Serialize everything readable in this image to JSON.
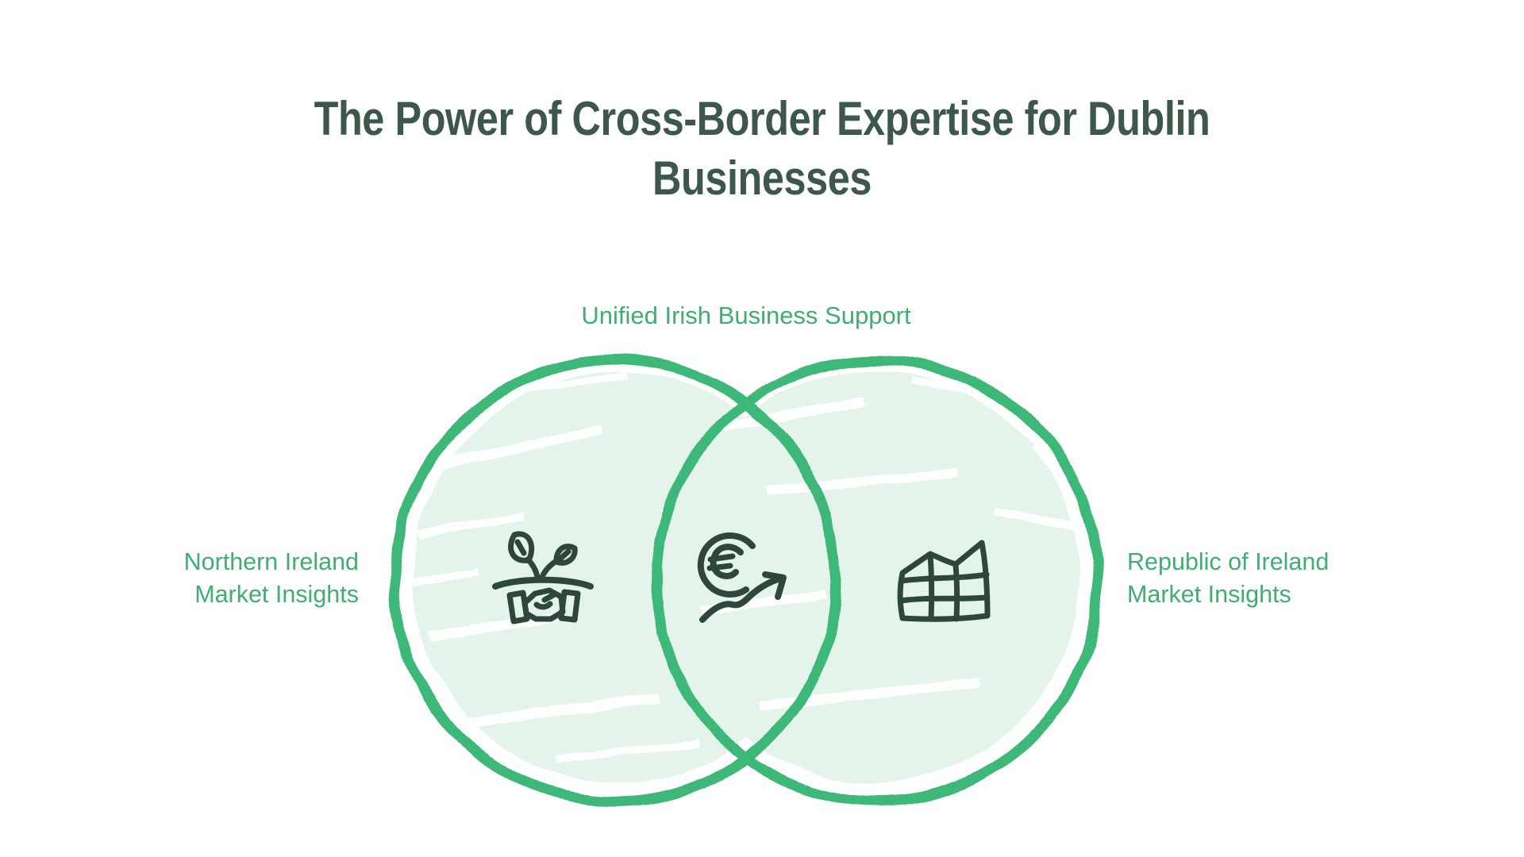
{
  "title": {
    "lines": [
      "The Power of Cross-Border Expertise for Dublin",
      "Businesses"
    ]
  },
  "venn": {
    "center_label": "Unified Irish Business Support",
    "left_circle": {
      "label_lines": [
        "Northern Ireland",
        "Market Insights"
      ],
      "icon": "handshake-growth-icon"
    },
    "right_circle": {
      "label_lines": [
        "Republic of Ireland",
        "Market Insights"
      ],
      "icon": "market-grid-icon"
    },
    "intersection": {
      "icon": "euro-growth-arrow-icon"
    },
    "colors": {
      "circle_stroke": "#3cb878",
      "circle_fill": "#e4f4ea",
      "label_green": "#3fae70",
      "icon_dark": "#2f473a",
      "title_color": "#3d574a"
    }
  }
}
